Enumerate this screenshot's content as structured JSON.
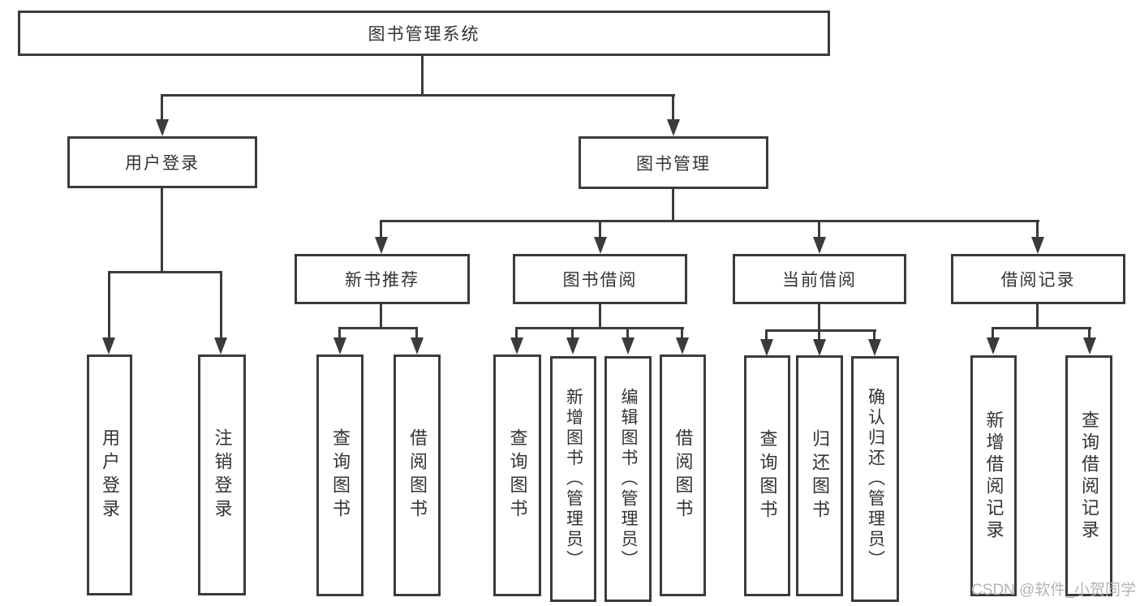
{
  "diagram": {
    "colors": {
      "line": "#3b3b3b",
      "text": "#333333",
      "watermark": "#b3b3b3",
      "background": "#ffffff"
    },
    "tree": {
      "root": "图书管理系统",
      "level2": [
        {
          "label": "用户登录",
          "children": [
            "用户登录",
            "注销登录"
          ]
        },
        {
          "label": "图书管理",
          "sections": [
            {
              "label": "新书推荐",
              "children": [
                "查询图书",
                "借阅图书"
              ]
            },
            {
              "label": "图书借阅",
              "children": [
                "查询图书",
                "新增图书（管理员）",
                "编辑图书（管理员）",
                "借阅图书"
              ]
            },
            {
              "label": "当前借阅",
              "children": [
                "查询图书",
                "归还图书",
                "确认归还（管理员）"
              ]
            },
            {
              "label": "借阅记录",
              "children": [
                "新增借阅记录",
                "查询借阅记录"
              ]
            }
          ]
        }
      ]
    },
    "watermark": "CSDN @软件_小贺同学"
  }
}
